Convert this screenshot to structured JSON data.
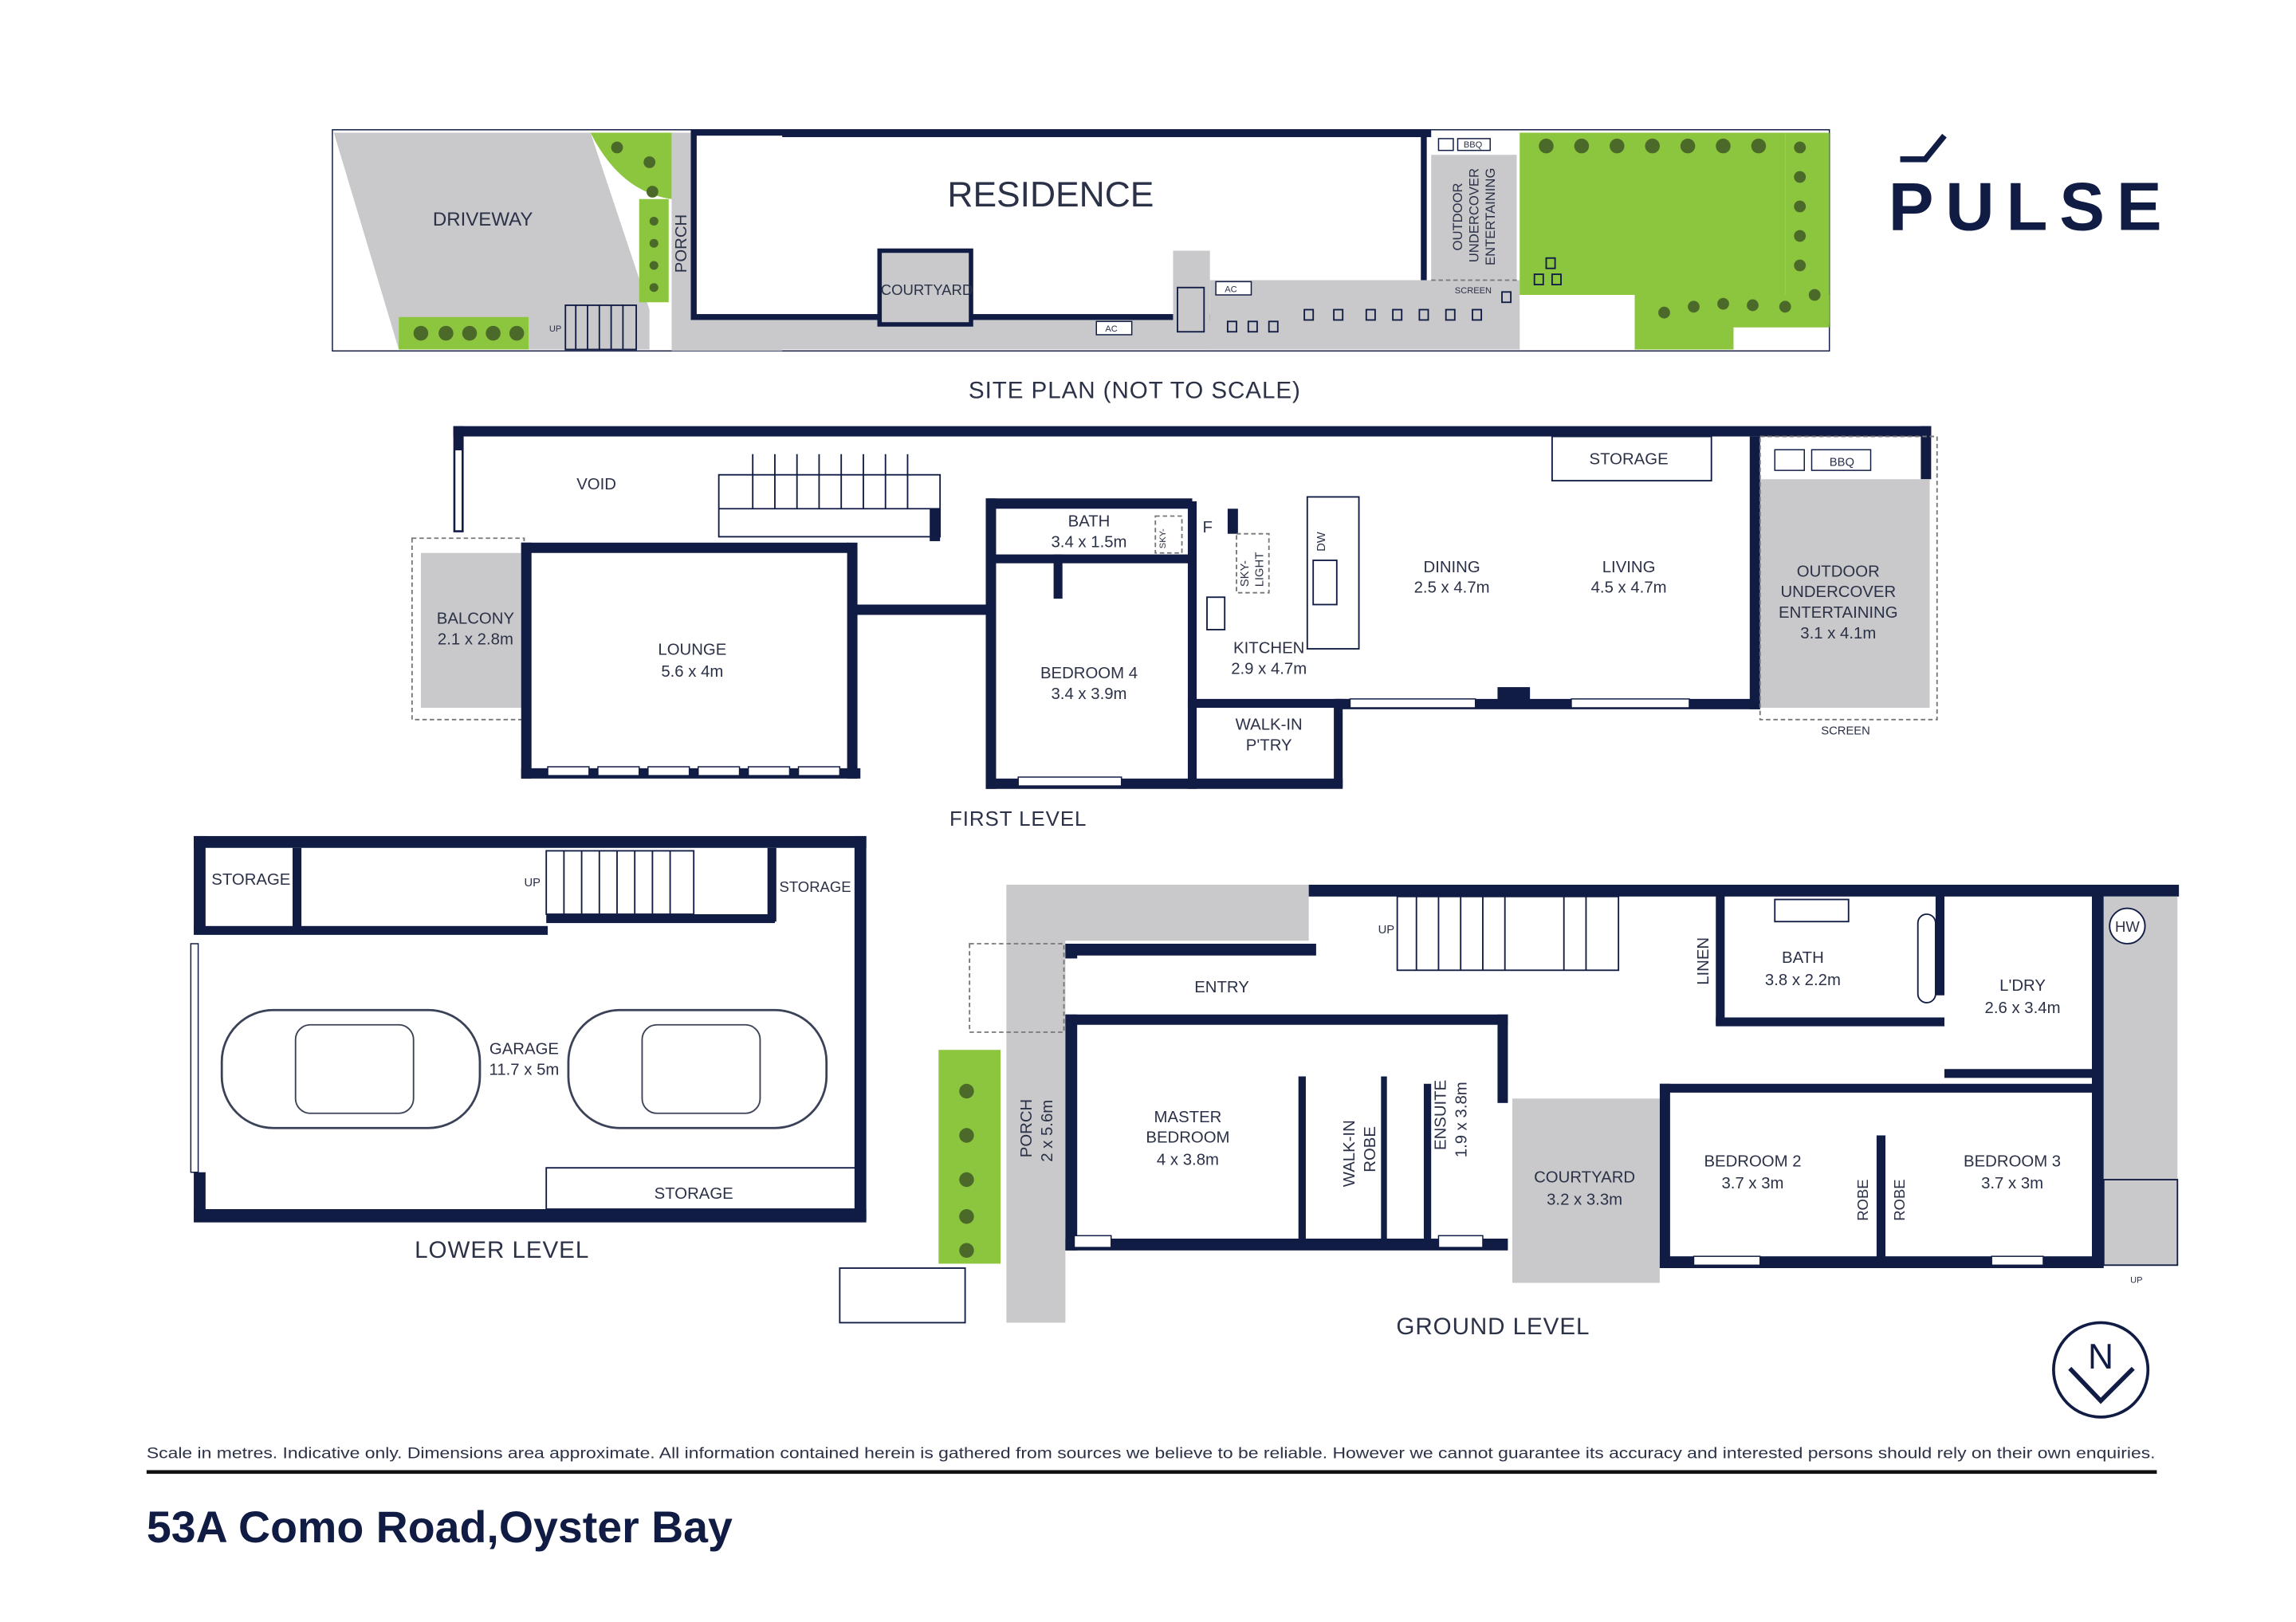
{
  "brand": {
    "name": "PULSE",
    "compass_letter": "N",
    "colors": {
      "navy": "#101c44",
      "grey": "#c9c9cb",
      "green": "#8cc63f"
    }
  },
  "site_plan": {
    "title": "SITE PLAN (NOT TO SCALE)",
    "residence": "RESIDENCE",
    "driveway": "DRIVEWAY",
    "porch": "PORCH",
    "courtyard": "COURTYARD",
    "outdoor": [
      "OUTDOOR",
      "UNDERCOVER",
      "ENTERTAINING"
    ],
    "bbq": "BBQ",
    "ac": "AC",
    "screen": "SCREEN",
    "up": "UP"
  },
  "first_level": {
    "title": "FIRST LEVEL",
    "void": "VOID",
    "balcony": {
      "name": "BALCONY",
      "dim": "2.1 x 2.8m"
    },
    "lounge": {
      "name": "LOUNGE",
      "dim": "5.6 x 4m"
    },
    "bath": {
      "name": "BATH",
      "dim": "3.4 x 1.5m"
    },
    "sky_light": [
      "SKY-",
      "LIGHT"
    ],
    "fridge": "F",
    "dishwasher": "DW",
    "bedroom4": {
      "name": "BEDROOM 4",
      "dim": "3.4 x 3.9m"
    },
    "kitchen": {
      "name": "KITCHEN",
      "dim": "2.9 x 4.7m"
    },
    "pantry": [
      "WALK-IN",
      "P'TRY"
    ],
    "dining": {
      "name": "DINING",
      "dim": "2.5 x 4.7m"
    },
    "living": {
      "name": "LIVING",
      "dim": "4.5 x 4.7m"
    },
    "storage": "STORAGE",
    "outdoor": {
      "lines": [
        "OUTDOOR",
        "UNDERCOVER",
        "ENTERTAINING"
      ],
      "dim": "3.1 x 4.1m"
    },
    "bbq": "BBQ",
    "screen": "SCREEN"
  },
  "lower_level": {
    "title": "LOWER LEVEL",
    "storage": "STORAGE",
    "up": "UP",
    "garage": {
      "name": "GARAGE",
      "dim": "11.7 x 5m"
    }
  },
  "ground_level": {
    "title": "GROUND LEVEL",
    "entry": "ENTRY",
    "up": "UP",
    "linen": "LINEN",
    "bath": {
      "name": "BATH",
      "dim": "3.8 x 2.2m"
    },
    "laundry": {
      "name": "L'DRY",
      "dim": "2.6 x 3.4m"
    },
    "hw": "HW",
    "master": {
      "lines": [
        "MASTER",
        "BEDROOM"
      ],
      "dim": "4 x 3.8m"
    },
    "walkin_robe": [
      "WALK-IN",
      "ROBE"
    ],
    "ensuite": {
      "name": "ENSUITE",
      "dim": "1.9 x 3.8m"
    },
    "porch": {
      "name": "PORCH",
      "dim": "2 x 5.6m"
    },
    "courtyard": {
      "name": "COURTYARD",
      "dim": "3.2 x 3.3m"
    },
    "bedroom2": {
      "name": "BEDROOM 2",
      "dim": "3.7 x 3m"
    },
    "bedroom3": {
      "name": "BEDROOM 3",
      "dim": "3.7 x 3m"
    },
    "robe": "ROBE"
  },
  "footer": {
    "disclaimer": "Scale in metres. Indicative only. Dimensions area approximate. All information contained herein is gathered from sources we believe to be reliable. However we cannot guarantee its accuracy and interested persons should rely on their own enquiries.",
    "address": "53A Como Road,Oyster Bay"
  }
}
